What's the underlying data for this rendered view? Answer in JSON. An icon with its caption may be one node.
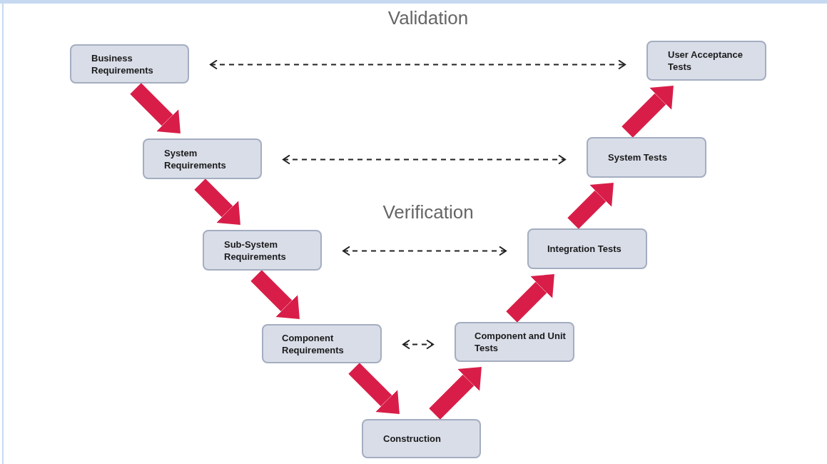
{
  "diagram": {
    "nodes": [
      {
        "text": [
          "Business Requirements"
        ]
      },
      {
        "text": [
          "System Requirements"
        ]
      },
      {
        "text": [
          "Sub-System Requirements"
        ]
      },
      {
        "text": [
          "Component Requirements"
        ]
      },
      {
        "text": [
          "Construction"
        ]
      },
      {
        "text": [
          "Component and Unit Tests"
        ]
      },
      {
        "text": [
          "Integration Tests"
        ]
      },
      {
        "text": [
          "System Tests"
        ]
      },
      {
        "text": [
          "User Acceptance Tests"
        ]
      }
    ],
    "edges": [
      {
        "from": 0,
        "to": 1,
        "arrow": "to"
      },
      {
        "from": 1,
        "to": 2,
        "arrow": "to"
      },
      {
        "from": 2,
        "to": 3,
        "arrow": "to"
      },
      {
        "from": 3,
        "to": 4,
        "arrow": "to"
      },
      {
        "from": 4,
        "to": 5,
        "arrow": "to"
      },
      {
        "from": 5,
        "to": 6,
        "arrow": "to"
      },
      {
        "from": 6,
        "to": 7,
        "arrow": "to"
      },
      {
        "from": 7,
        "to": 8,
        "arrow": "to"
      },
      {
        "from": 0,
        "to": 8,
        "arrow": "both",
        "style": "dashed",
        "color": "#222222"
      },
      {
        "from": 1,
        "to": 7,
        "arrow": "both",
        "style": "dashed",
        "color": "#222222"
      },
      {
        "from": 2,
        "to": 6,
        "arrow": "both",
        "style": "dashed",
        "color": "#222222"
      },
      {
        "from": 3,
        "to": 5,
        "arrow": "both",
        "style": "dashed",
        "color": "#222222"
      }
    ],
    "labels": [
      "Validation",
      "Verification"
    ]
  }
}
